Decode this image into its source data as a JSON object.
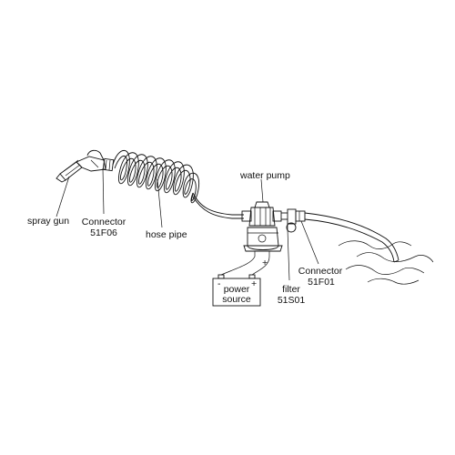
{
  "diagram": {
    "labels": {
      "spray_gun": "spray gun",
      "connector_1_name": "Connector",
      "connector_1_code": "51F06",
      "hose_pipe": "hose pipe",
      "water_pump": "water pump",
      "power_source_line1": "power",
      "power_source_line2": "source",
      "battery_minus": "-",
      "battery_plus": "+",
      "filter_name": "filter",
      "filter_code": "51S01",
      "connector_2_name": "Connector",
      "connector_2_code": "51F01"
    }
  }
}
